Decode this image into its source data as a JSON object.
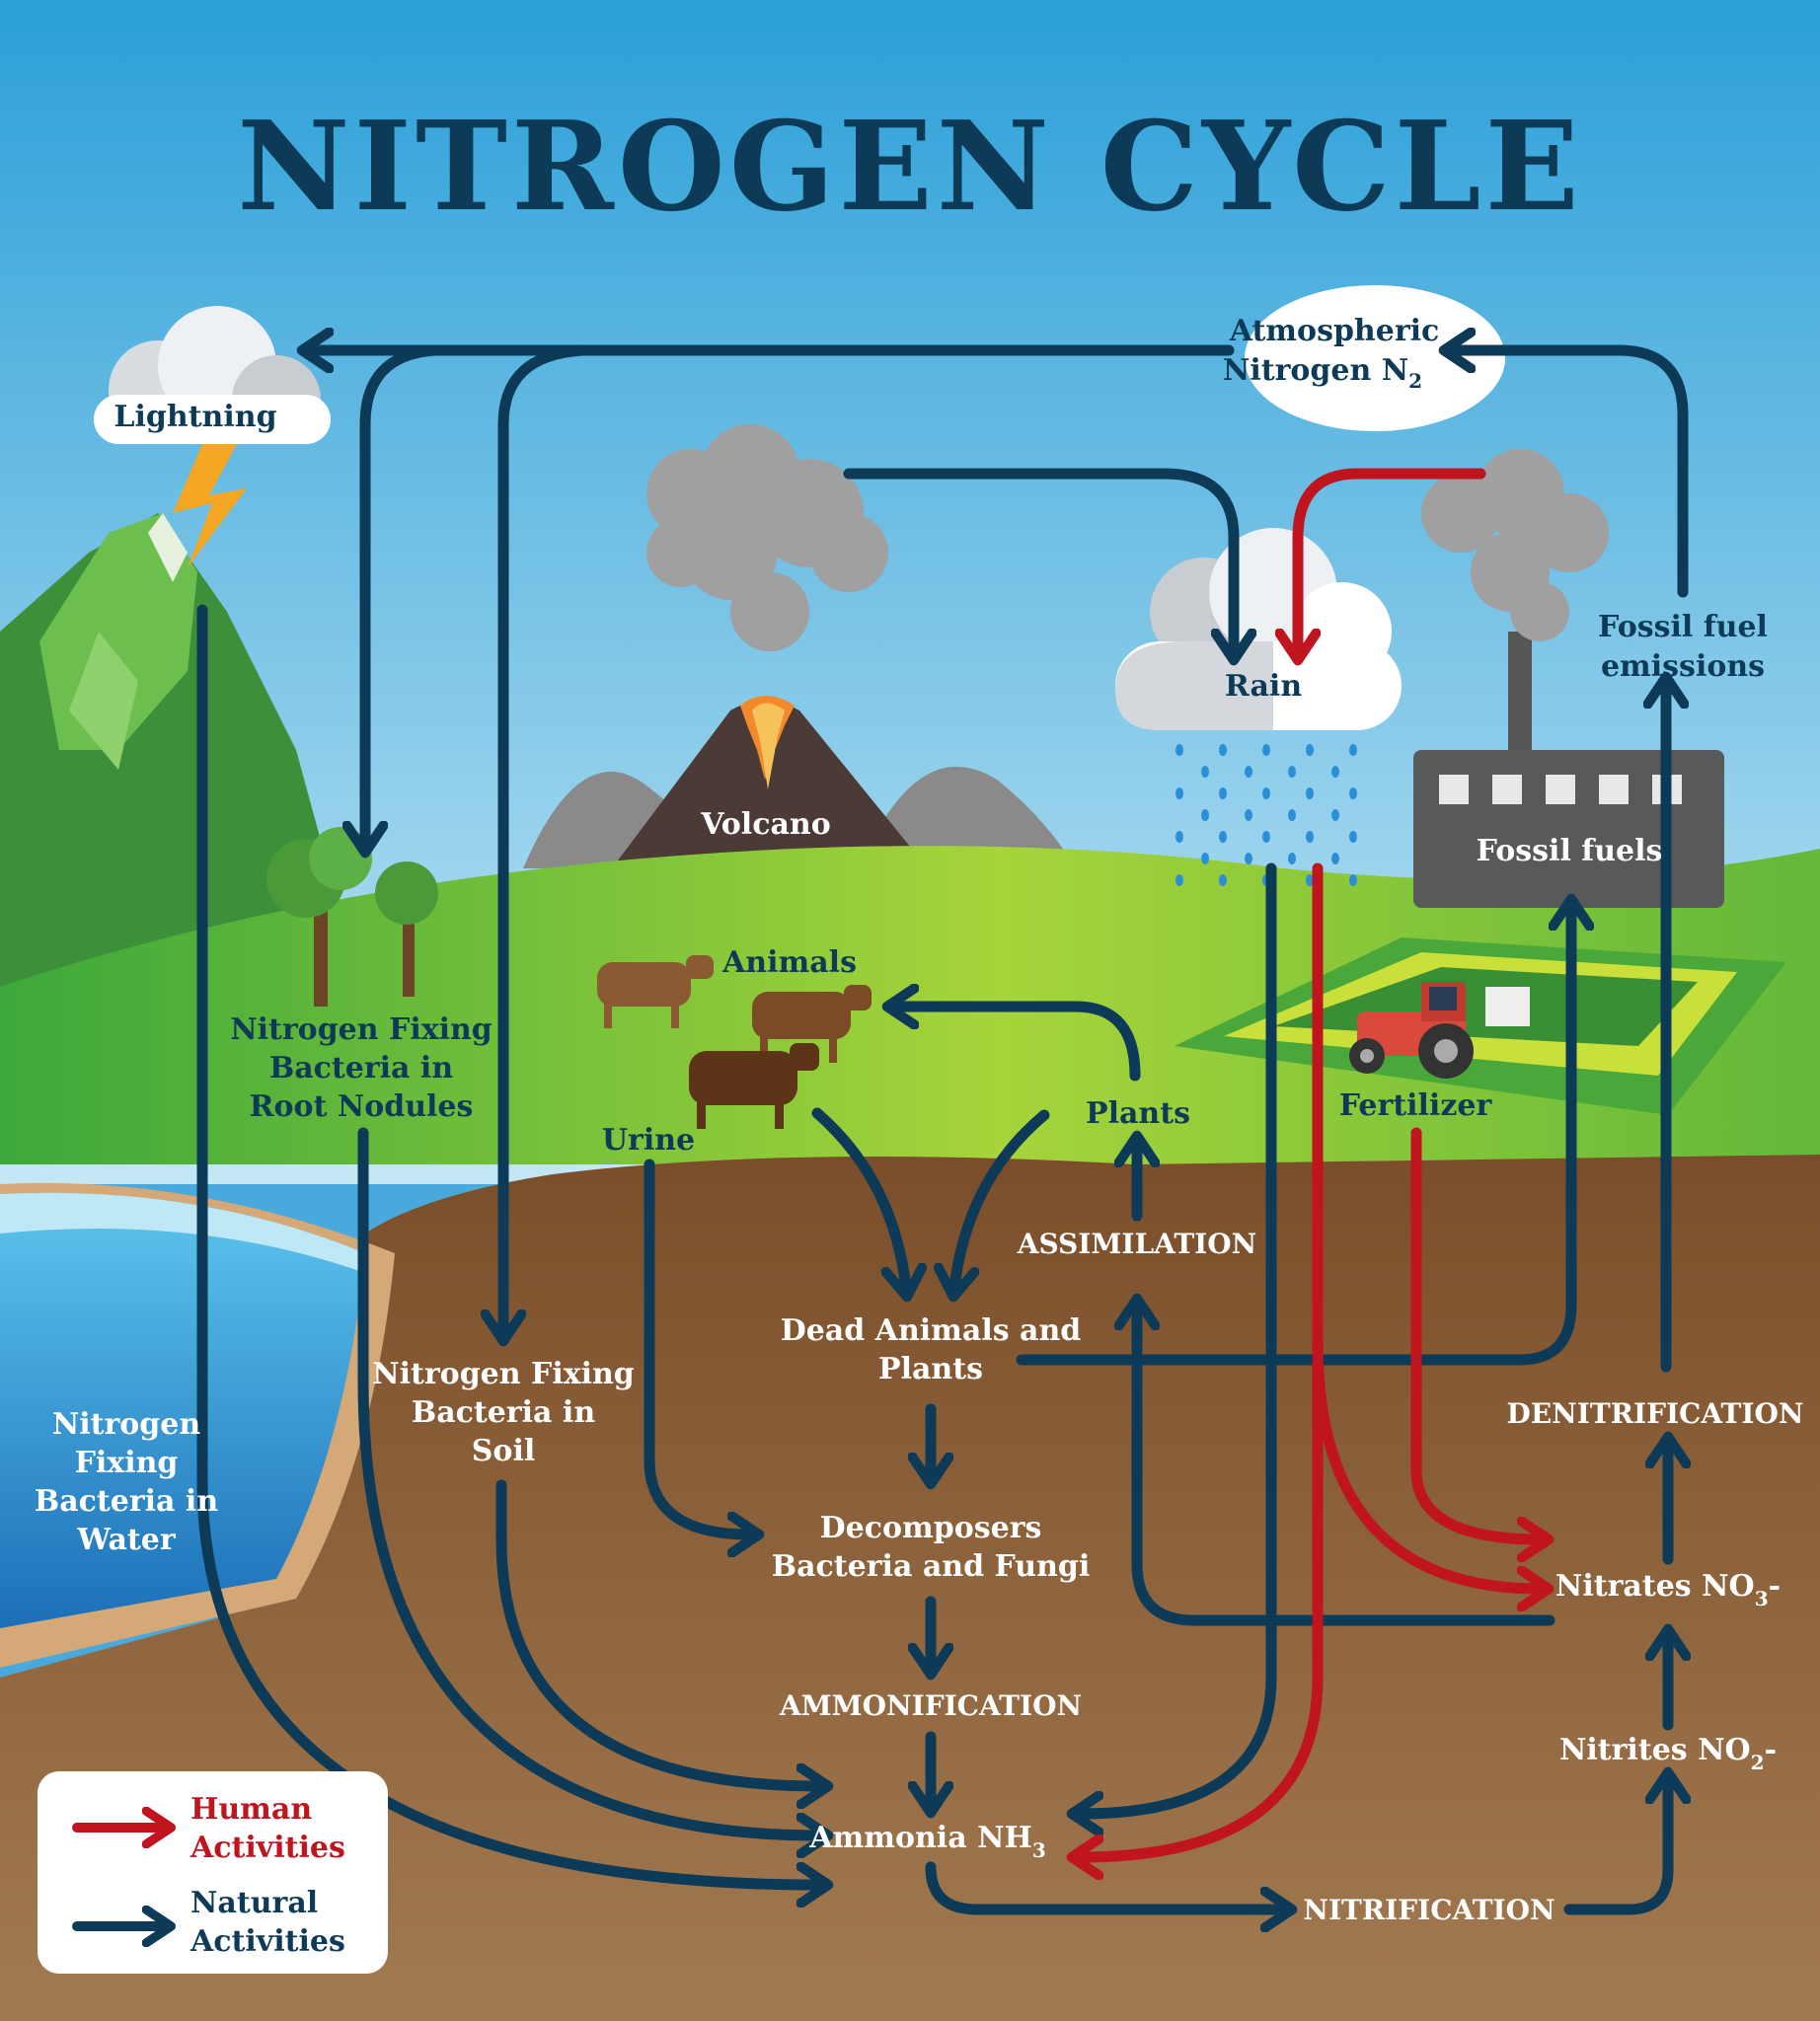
{
  "title": "NITROGEN CYCLE",
  "nodes": {
    "atmospheric_l1": "Atmospheric",
    "atmospheric_l2": "Nitrogen N",
    "atmospheric_sub": "2",
    "lightning": "Lightning",
    "volcano": "Volcano",
    "rain": "Rain",
    "fossil_emissions_l1": "Fossil fuel",
    "fossil_emissions_l2": "emissions",
    "fossil_fuels": "Fossil fuels",
    "animals": "Animals",
    "plants": "Plants",
    "urine": "Urine",
    "fertilizer": "Fertilizer",
    "root_l1": "Nitrogen Fixing",
    "root_l2": "Bacteria in",
    "root_l3": "Root Nodules",
    "soil_l1": "Nitrogen Fixing",
    "soil_l2": "Bacteria in",
    "soil_l3": "Soil",
    "water_l1": "Nitrogen",
    "water_l2": "Fixing",
    "water_l3": "Bacteria in",
    "water_l4": "Water",
    "dead_l1": "Dead Animals and",
    "dead_l2": "Plants",
    "decomp_l1": "Decomposers",
    "decomp_l2": "Bacteria and Fungi",
    "ammonification": "AMMONIFICATION",
    "ammonia": "Ammonia NH",
    "ammonia_sub": "3",
    "nitrification": "NITRIFICATION",
    "nitrites": "Nitrites NO",
    "nitrites_sub": "2",
    "nitrites_suffix": "-",
    "nitrates": "Nitrates NO",
    "nitrates_sub": "3",
    "nitrates_suffix": "-",
    "denitrification": "DENITRIFICATION",
    "assimilation": "ASSIMILATION"
  },
  "legend": {
    "human_l1": "Human",
    "human_l2": "Activities",
    "natural_l1": "Natural",
    "natural_l2": "Activities"
  },
  "colors": {
    "natural_arrow": "#0d3a57",
    "human_arrow": "#c0141e",
    "title": "#0d3a57",
    "soil": "#84552f",
    "sky_top": "#2b9fd8",
    "sky_bottom": "#bfe4f3",
    "grass": "#7cc23a"
  }
}
